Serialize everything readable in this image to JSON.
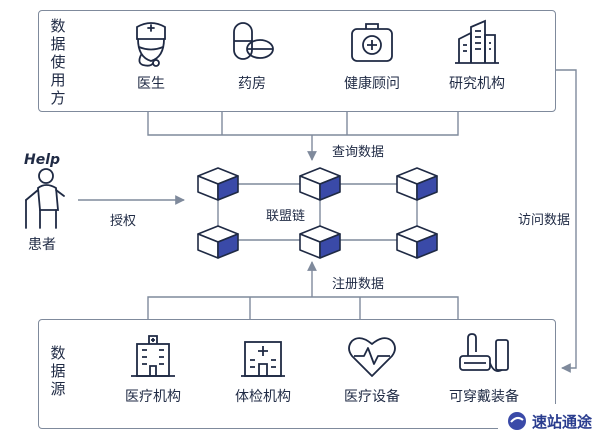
{
  "top_section": {
    "title": "数据使用方",
    "items": [
      {
        "label": "医生",
        "icon": "doctor-icon"
      },
      {
        "label": "药房",
        "icon": "pills-icon"
      },
      {
        "label": "健康顾问",
        "icon": "first-aid-kit-icon"
      },
      {
        "label": "研究机构",
        "icon": "office-building-icon"
      }
    ]
  },
  "bottom_section": {
    "title": "数据源",
    "items": [
      {
        "label": "医疗机构",
        "icon": "hospital-icon"
      },
      {
        "label": "体检机构",
        "icon": "clinic-icon"
      },
      {
        "label": "医疗设备",
        "icon": "heartbeat-monitor-icon"
      },
      {
        "label": "可穿戴装备",
        "icon": "wearable-device-icon"
      }
    ]
  },
  "patient": {
    "help_text": "Help",
    "label": "患者"
  },
  "flows": {
    "query": "查询数据",
    "authorize": "授权",
    "register": "注册数据",
    "access": "访问数据"
  },
  "consortium_chain": {
    "label": "联盟链"
  },
  "watermark": {
    "text": "速站通途"
  },
  "colors": {
    "line": "#7f8a9c",
    "icon": "#1f2a44",
    "cube_front": "#3a4aa8",
    "text": "#1f2a44"
  }
}
